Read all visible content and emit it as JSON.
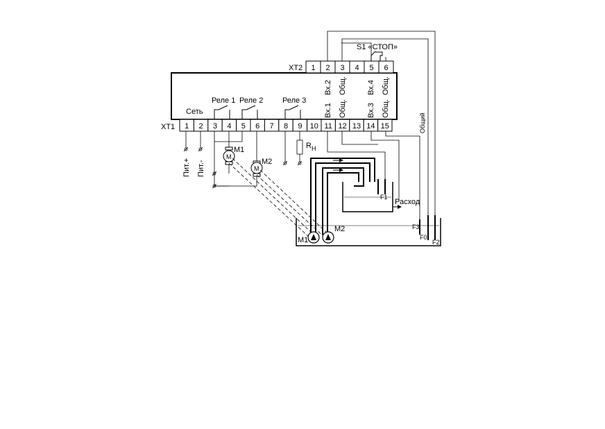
{
  "xt2": {
    "label": "XT2",
    "terminals": [
      "1",
      "2",
      "3",
      "4",
      "5",
      "6"
    ]
  },
  "xt1": {
    "label": "XT1",
    "terminals": [
      "1",
      "2",
      "3",
      "4",
      "5",
      "6",
      "7",
      "8",
      "9",
      "10",
      "11",
      "12",
      "13",
      "14",
      "15"
    ]
  },
  "switch_label": "S1 «СТОП»",
  "inputs_top": [
    "Вх.2",
    "Общ.",
    "Вх.4",
    "Общ."
  ],
  "inputs_bottom": [
    "Вх.1",
    "Общ.",
    "Вх.3",
    "Общ."
  ],
  "labels": {
    "set": "Сеть",
    "relay1": "Реле 1",
    "relay2": "Реле 2",
    "relay3": "Реле 3",
    "pit_plus": "Пит.+",
    "pit_minus": "Пит.-",
    "m1": "M1",
    "m2": "M2",
    "motor_symbol": "M",
    "rh": "R",
    "rh_sub": "H",
    "common": "Общий",
    "flow": "Расход",
    "f0": "F0",
    "f1": "F1",
    "f2": "F2",
    "f3": "F3",
    "pump_m1": "M1",
    "pump_m2": "M2"
  }
}
